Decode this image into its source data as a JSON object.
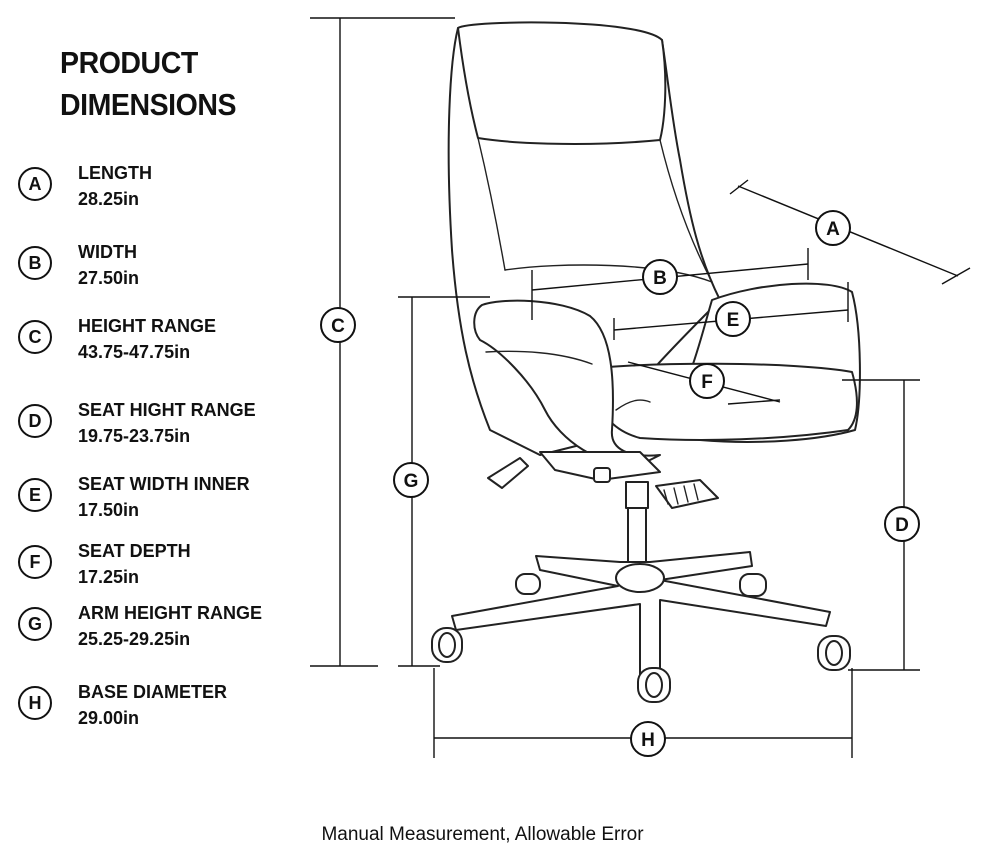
{
  "title": {
    "line1": "PRODUCT",
    "line2": "DIMENSIONS"
  },
  "specs": [
    {
      "letter": "A",
      "label": "LENGTH",
      "value": "28.25in"
    },
    {
      "letter": "B",
      "label": "WIDTH",
      "value": "27.50in"
    },
    {
      "letter": "C",
      "label": "HEIGHT RANGE",
      "value": "43.75-47.75in"
    },
    {
      "letter": "D",
      "label": "SEAT HIGHT RANGE",
      "value": "19.75-23.75in"
    },
    {
      "letter": "E",
      "label": "SEAT WIDTH INNER",
      "value": "17.50in"
    },
    {
      "letter": "F",
      "label": "SEAT DEPTH",
      "value": "17.25in"
    },
    {
      "letter": "G",
      "label": "ARM HEIGHT RANGE",
      "value": "25.25-29.25in"
    },
    {
      "letter": "H",
      "label": "BASE DIAMETER",
      "value": "29.00in"
    }
  ],
  "markers": {
    "A": "A",
    "B": "B",
    "C": "C",
    "D": "D",
    "E": "E",
    "F": "F",
    "G": "G",
    "H": "H"
  },
  "footer": "Manual Measurement, Allowable Error",
  "colors": {
    "ink": "#111111",
    "background": "#ffffff"
  }
}
